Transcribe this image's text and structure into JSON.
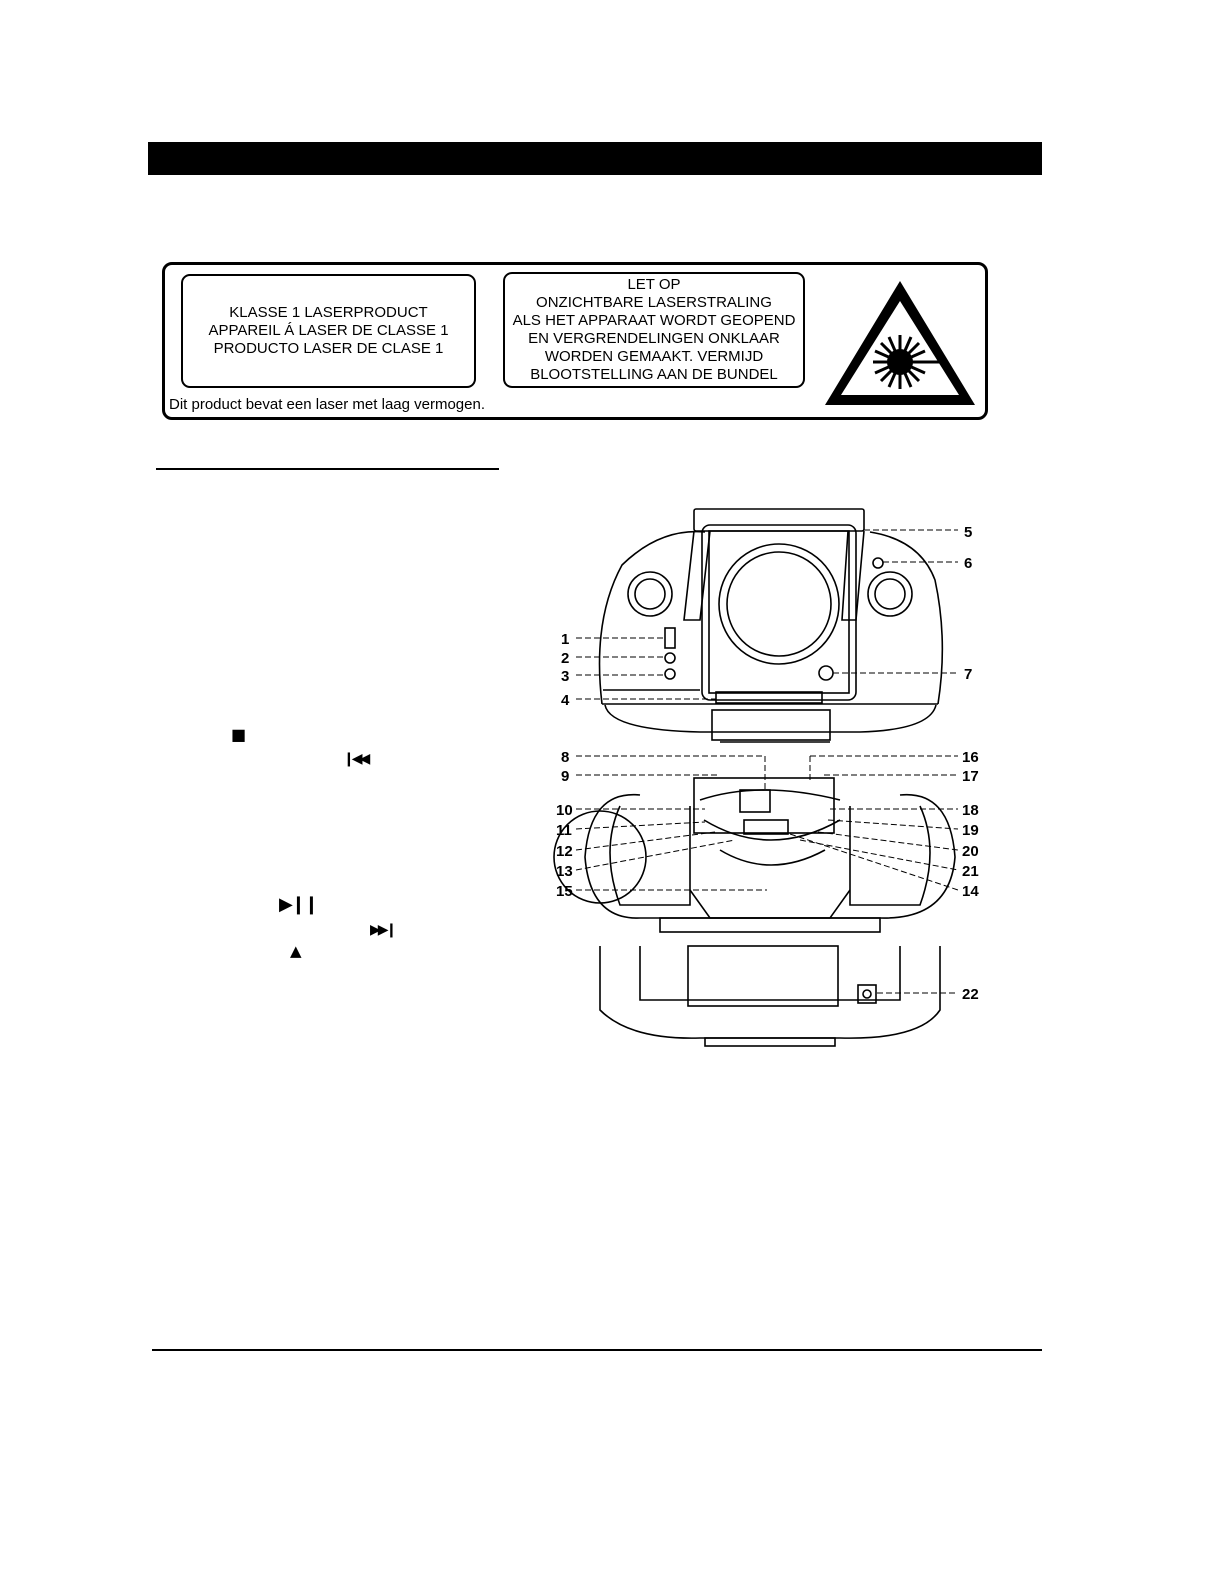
{
  "laser_label": {
    "box1_lines": [
      "KLASSE 1 LASERPRODUCT",
      "APPAREIL Á LASER DE CLASSE 1",
      "PRODUCTO LASER DE CLASE 1"
    ],
    "box2_lines": [
      "LET OP",
      "ONZICHTBARE LASERSTRALING",
      "ALS HET APPARAAT WORDT GEOPEND",
      "EN VERGRENDELINGEN ONKLAAR",
      "WORDEN GEMAAKT. VERMIJD",
      "BLOOTSTELLING AAN DE BUNDEL"
    ],
    "footer": "Dit product bevat een laser met laag vermogen."
  },
  "icons": {
    "stop": "stop-icon",
    "previous": "skip-previous-icon",
    "play_pause": "play-pause-icon",
    "next": "skip-next-icon",
    "eject": "eject-icon",
    "laser_warning": "laser-warning-icon"
  },
  "diagram": {
    "callouts": [
      "1",
      "2",
      "3",
      "4",
      "5",
      "6",
      "7",
      "8",
      "9",
      "10",
      "11",
      "12",
      "13",
      "14",
      "15",
      "16",
      "17",
      "18",
      "19",
      "20",
      "21",
      "22"
    ]
  }
}
